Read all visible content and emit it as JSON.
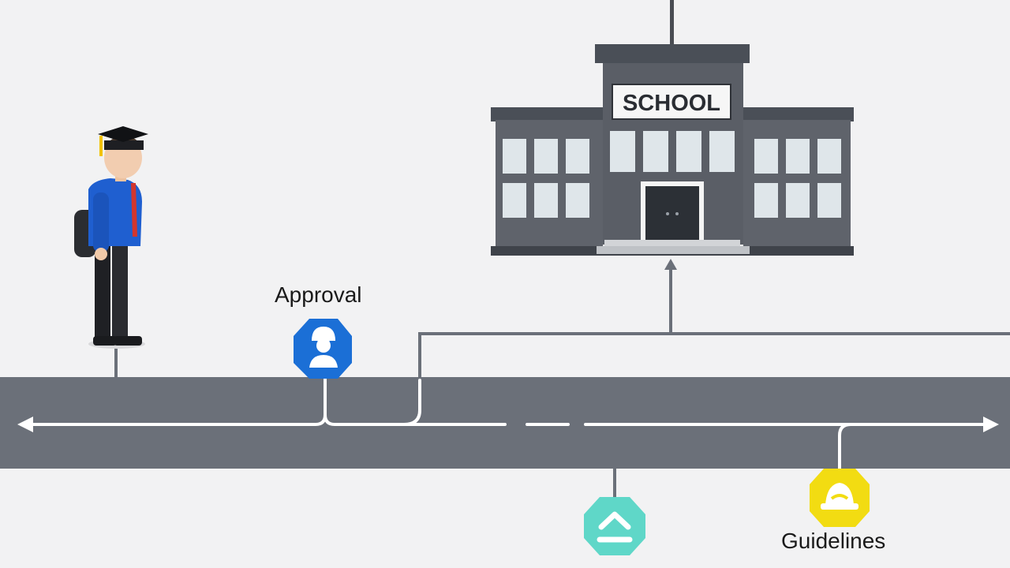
{
  "school": {
    "sign_text": "SCHOOL"
  },
  "steps": [
    {
      "label": "Approval",
      "icon": "person-icon",
      "color": "#1b6fd6"
    },
    {
      "label": "",
      "icon": "cloud-upload-icon",
      "color": "#5fd7c8"
    },
    {
      "label": "Guidelines",
      "icon": "bell-icon",
      "color": "#f2dc12"
    }
  ],
  "colors": {
    "background": "#f2f2f3",
    "road": "#6b7079",
    "building": "#5a5e66",
    "student_shirt": "#1f5fd0"
  }
}
